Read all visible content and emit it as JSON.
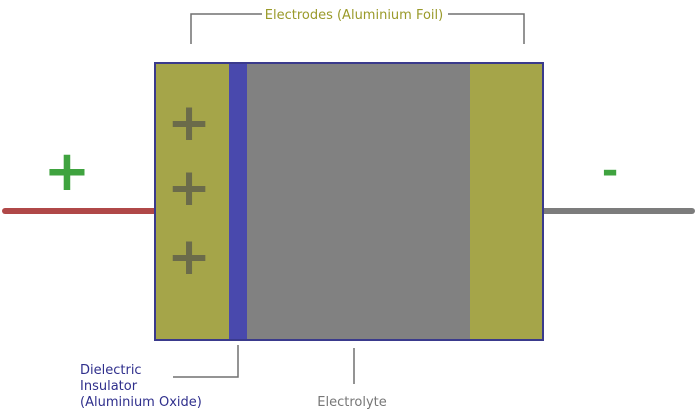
{
  "labels": {
    "electrodes": "Electrodes (Aluminium Foil)",
    "dielectric_line1": "Dielectric",
    "dielectric_line2": "Insulator",
    "dielectric_line3": "(Aluminium Oxide)",
    "electrolyte": "Electrolyte"
  },
  "terminals": {
    "positive_symbol": "+",
    "negative_symbol": "-"
  },
  "charges": [
    "+",
    "+",
    "+"
  ],
  "colors": {
    "electrode": "#a5a549",
    "dielectric": "#4949ad",
    "electrolyte": "#818181",
    "outline": "#3a3a8c",
    "positive_lead": "#b04848",
    "negative_lead": "#7c7c7c",
    "positive_symbol": "#3fa33f",
    "charge_symbol": "#6b6b4a",
    "electrode_label": "#9a9a2a",
    "dielectric_label": "#2f2f8c",
    "electrolyte_label": "#777777",
    "bracket": "#707070"
  }
}
